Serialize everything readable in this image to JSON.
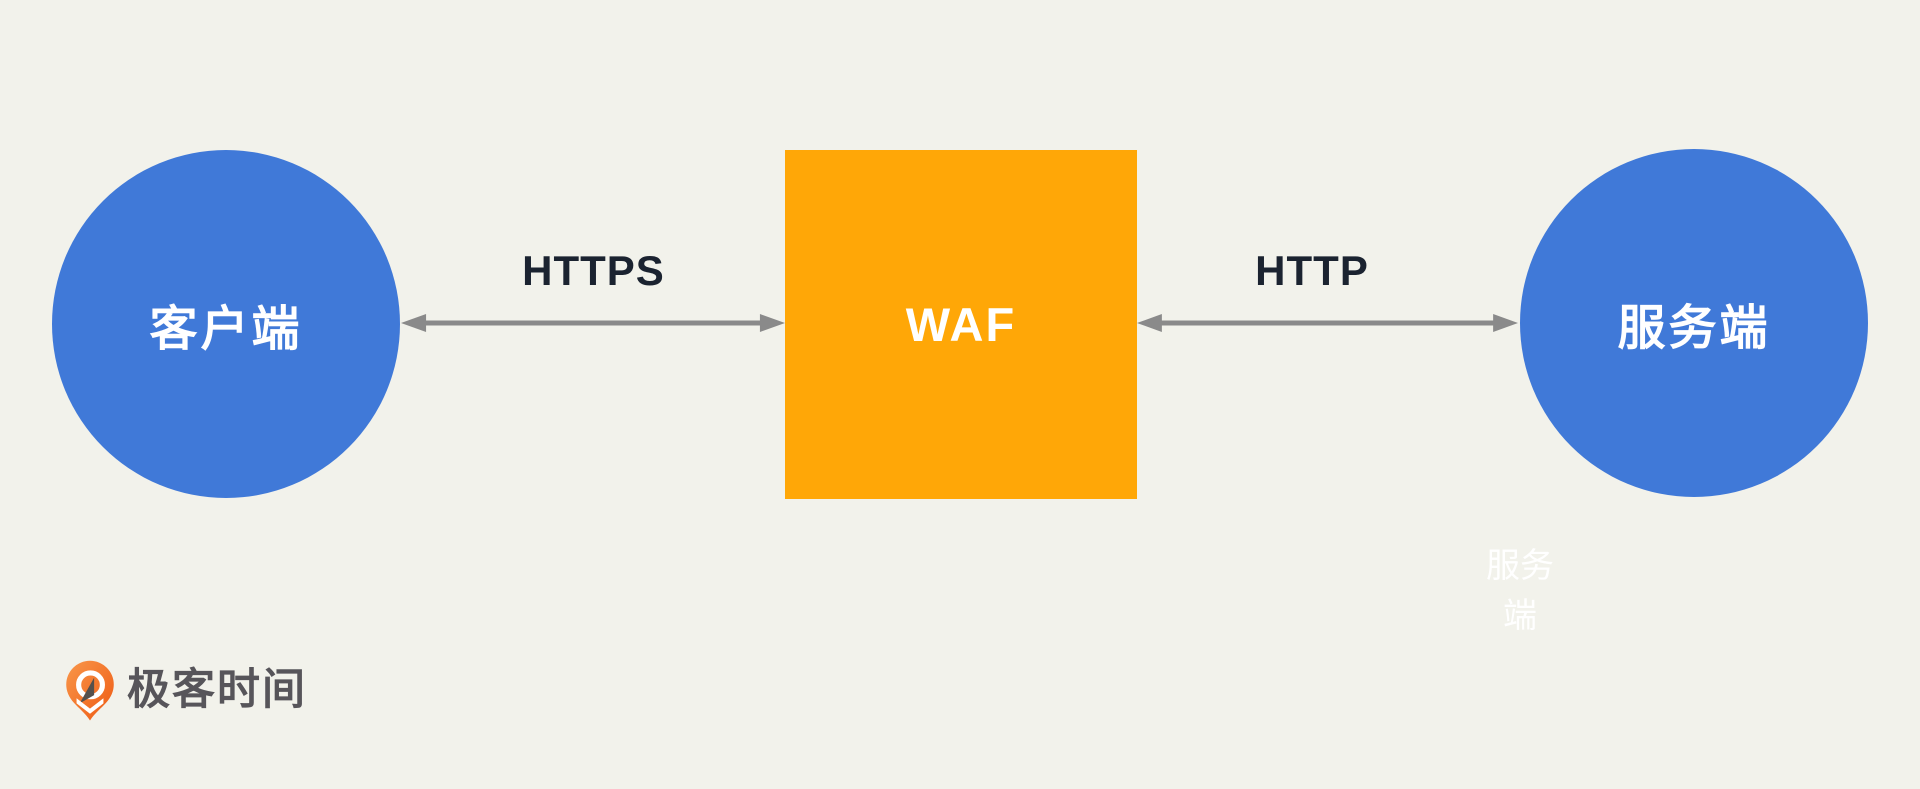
{
  "canvas": {
    "background": "#f2f2eb"
  },
  "nodes": {
    "client": {
      "label": "客户端",
      "shape": "circle",
      "fill": "#4079d8",
      "text_color": "#ffffff"
    },
    "waf": {
      "label": "WAF",
      "shape": "square",
      "fill": "#ffa707",
      "text_color": "#ffffff"
    },
    "server": {
      "label": "服务端",
      "shape": "circle",
      "fill": "#4079d8",
      "text_color": "#ffffff"
    }
  },
  "links": [
    {
      "from": "client",
      "to": "waf",
      "label": "HTTPS",
      "style": "double-arrow"
    },
    {
      "from": "waf",
      "to": "server",
      "label": "HTTP",
      "style": "double-arrow"
    }
  ],
  "colors": {
    "arrow": "#8a8a8a",
    "link_label": "#1b2330",
    "ghost_text": "#ffffff"
  },
  "ghost_label": "服务\n端",
  "branding": {
    "wordmark": "极客时间",
    "logo_icon": "geektime-pin-icon"
  }
}
